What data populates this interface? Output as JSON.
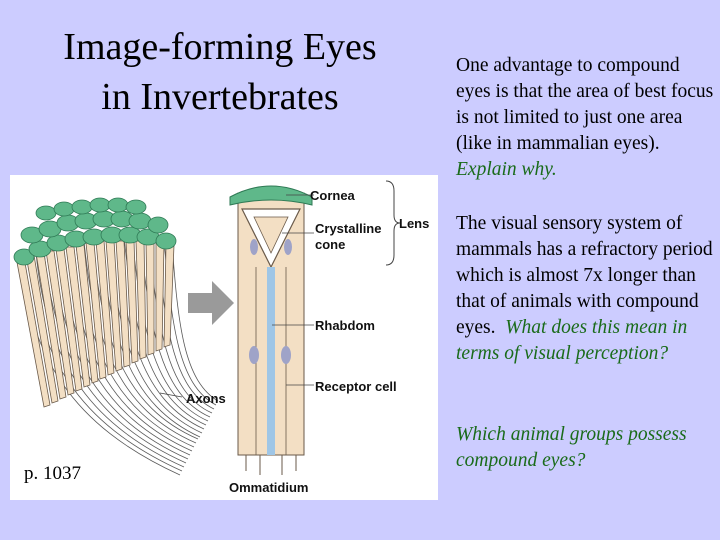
{
  "slide": {
    "title_line1": "Image-forming Eyes",
    "title_line2": "in Invertebrates",
    "paragraph1": {
      "text": "One advantage to compound eyes is that the area of best focus is not limited to just one area (like in mammalian eyes).",
      "emphasis": "Explain why."
    },
    "paragraph2": {
      "text": "The visual sensory system of mammals has a refractory period which is almost 7x longer than that of animals with compound eyes.",
      "emphasis": "What does this mean in terms of visual perception?"
    },
    "paragraph3": {
      "emphasis": "Which animal groups possess compound eyes?"
    },
    "page_reference": "p. 1037"
  },
  "figure": {
    "labels": {
      "cornea": "Cornea",
      "crystalline_cone_line1": "Crystalline",
      "crystalline_cone_line2": "cone",
      "lens": "Lens",
      "rhabdom": "Rhabdom",
      "receptor_cell": "Receptor cell",
      "axons": "Axons",
      "ommatidium": "Ommatidium"
    }
  },
  "colors": {
    "background": "#ccccff",
    "emphasis_text": "#1a6b1a",
    "cornea_green": "#5fb88a",
    "ommatidium_tan": "#f3dfc4",
    "rhabdom_blue": "#9fc6e6",
    "arrow_gray": "#9a9a9a"
  }
}
